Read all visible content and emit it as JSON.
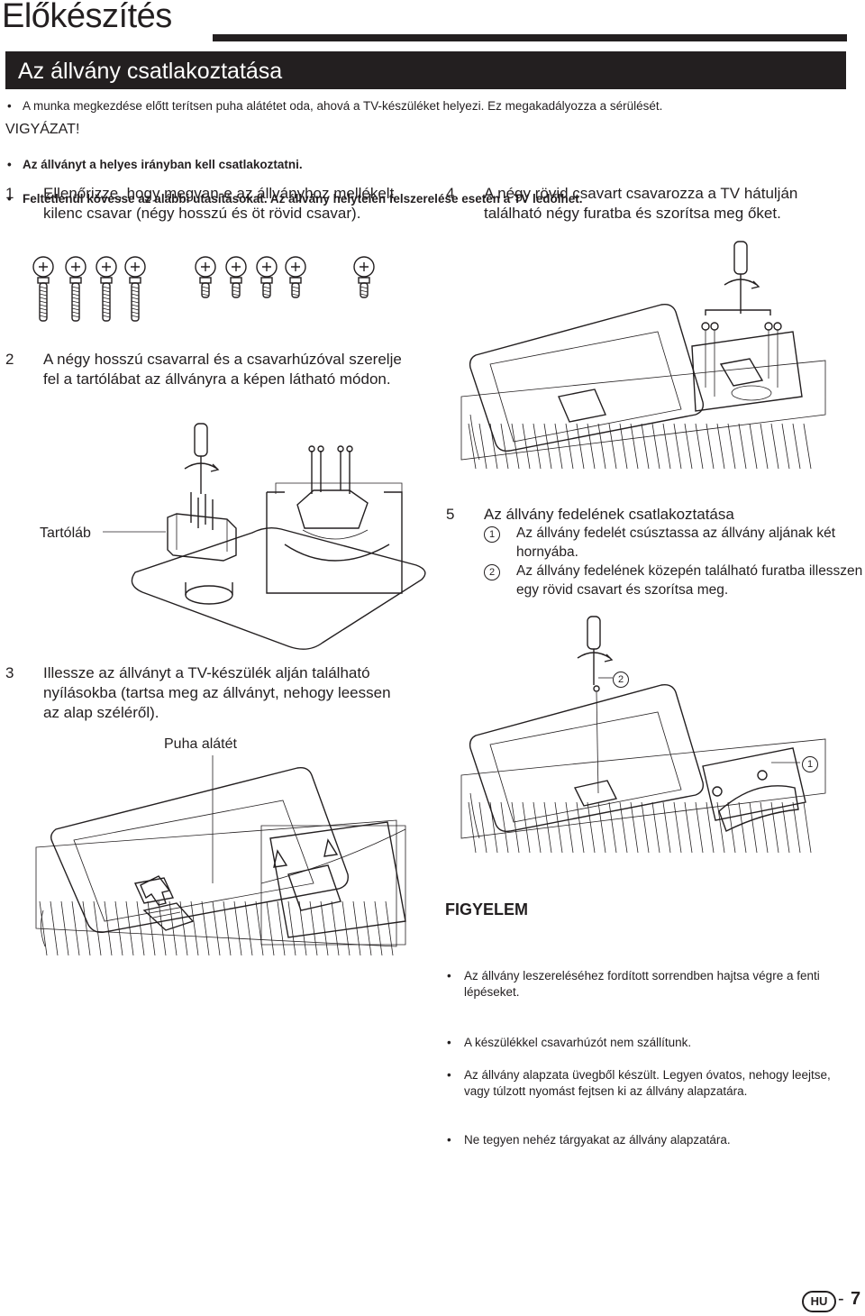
{
  "header": {
    "page_title": "Előkészítés",
    "section_title": "Az állvány csatlakoztatása"
  },
  "intro": {
    "bullet": "A munka megkezdése előtt terítsen puha alátétet oda, ahová a TV-készüléket helyezi. Ez megakadályozza a sérülését."
  },
  "caution": {
    "heading": "VIGYÁZAT!",
    "items": [
      "Az állványt a helyes irányban kell csatlakoztatni.",
      "Feltétlenül kövesse az alábbi utasításokat. Az állvány helytelen felszerelése esetén a TV ledőlhet."
    ]
  },
  "steps": [
    {
      "num": "1",
      "text": "Ellenőrizze, hogy megvan-e az állványhoz mellékelt kilenc csavar (négy hosszú és öt rövid csavar)."
    },
    {
      "num": "2",
      "text": "A négy hosszú csavarral és a csavarhúzóval szerelje fel a tartólábat az állványra a képen látható módon."
    },
    {
      "num": "3",
      "text": "Illessze az állványt a TV-készülék alján található nyílásokba (tartsa meg az állványt, nehogy leessen az alap széléről)."
    },
    {
      "num": "4",
      "text": "A négy rövid csavart csavarozza a TV hátulján található négy furatba és szorítsa meg őket."
    },
    {
      "num": "5",
      "text": "Az állvány fedelének csatlakoztatása"
    }
  ],
  "step5_sub": [
    {
      "mark": "1",
      "text": "Az állvány fedelét csúsztassa az állvány aljának két hornyába."
    },
    {
      "mark": "2",
      "text": "Az állvány fedelének közepén található furatba illesszen egy rövid csavart és szorítsa meg."
    }
  ],
  "labels": {
    "support_foot": "Tartóláb",
    "soft_cloth": "Puha alátét",
    "callout_1": "1",
    "callout_2": "2"
  },
  "notes": {
    "title": "FIGYELEM",
    "items": [
      "Az állvány leszereléséhez fordított sorrendben hajtsa végre a fenti lépéseket.",
      "A készülékkel csavarhúzót nem szállítunk.",
      "Az állvány alapzata üvegből készült. Legyen óvatos, nehogy leejtse, vagy túlzott nyomást fejtsen ki az állvány alapzatára.",
      "Ne tegyen nehéz tárgyakat az állvány alapzatára."
    ]
  },
  "footer": {
    "lang_badge": "HU",
    "dash": "-",
    "page_number": "7"
  }
}
